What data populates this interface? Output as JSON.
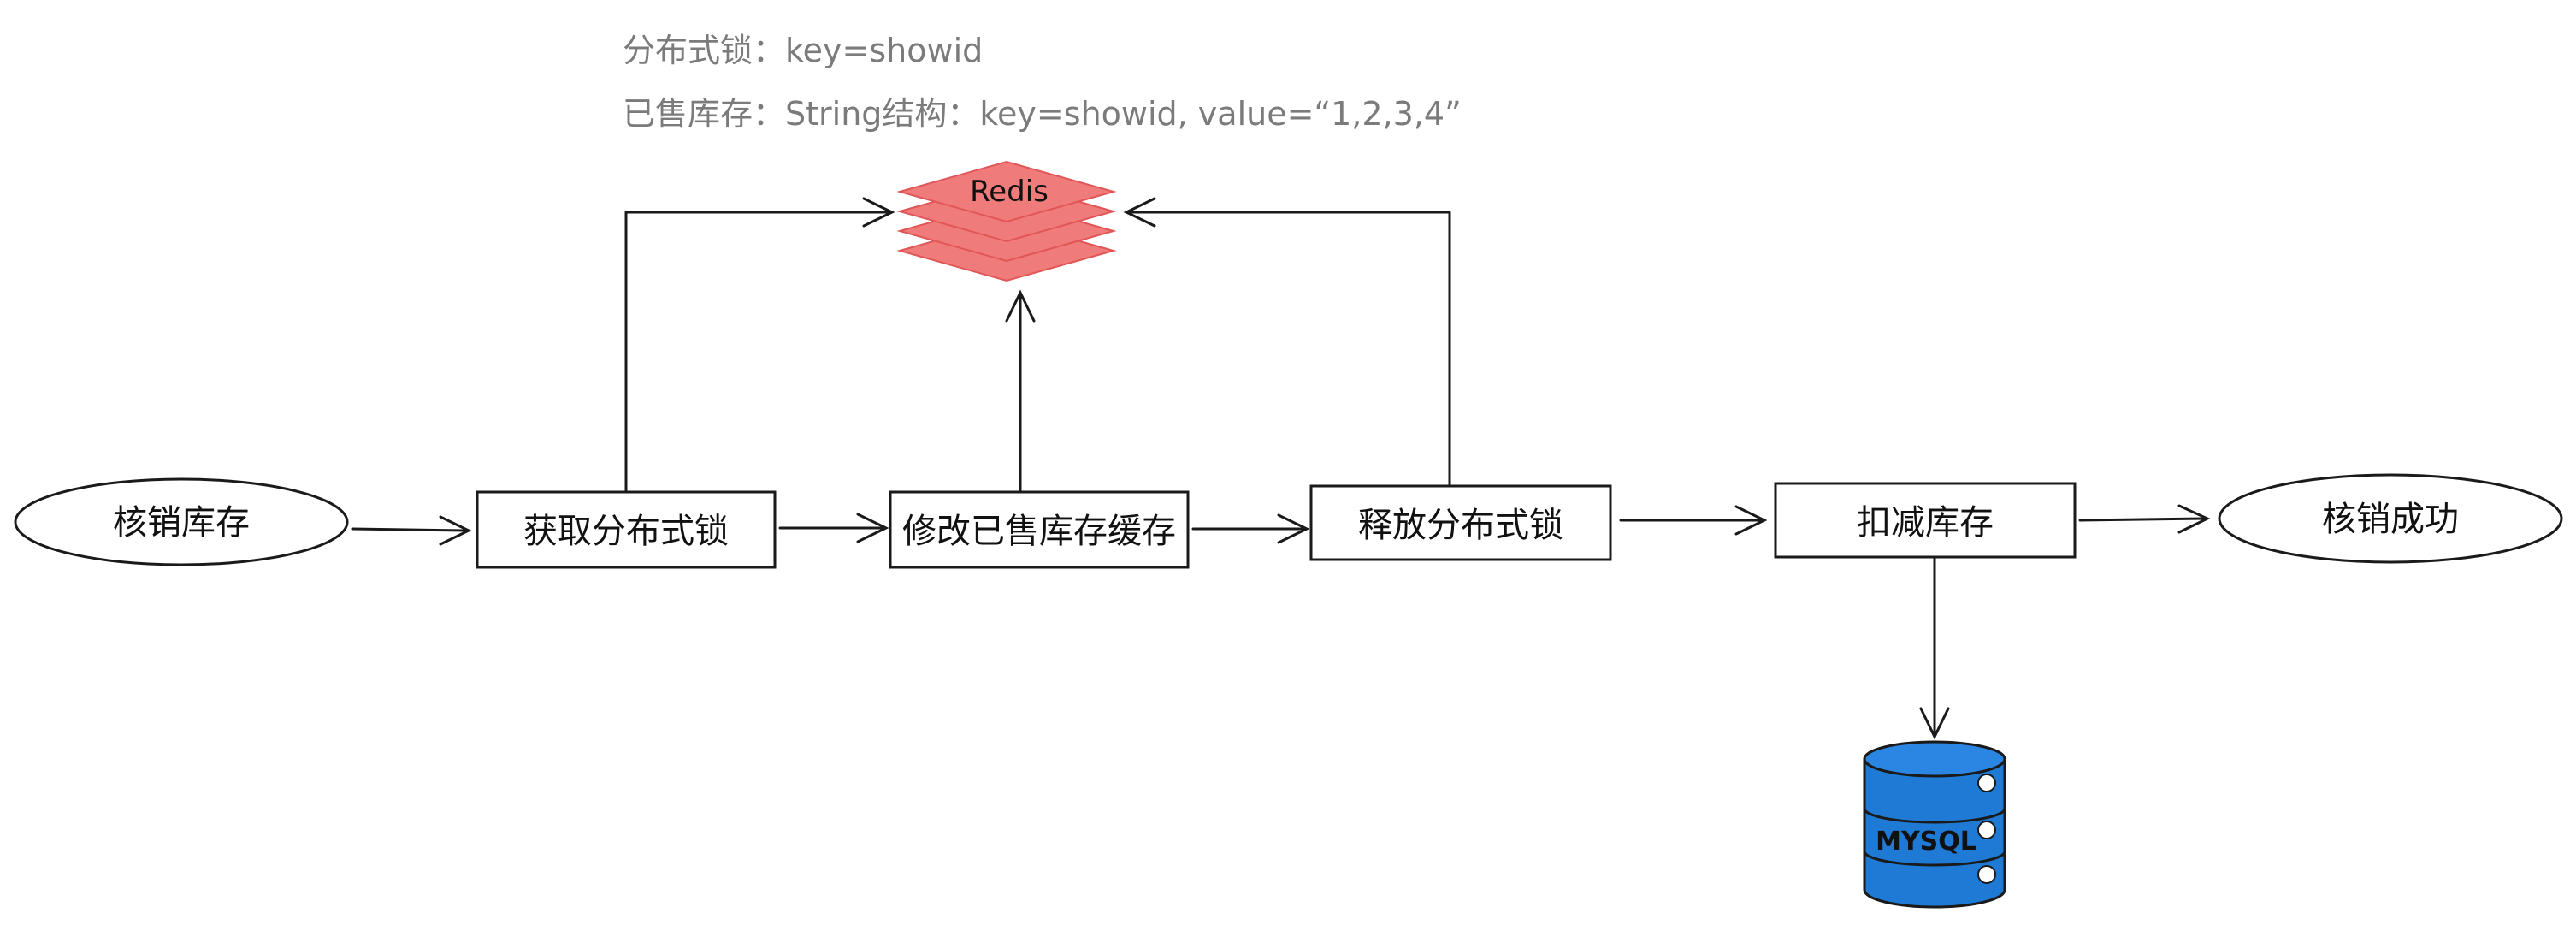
{
  "notes": {
    "lock_key": "分布式锁：key=showid",
    "sold_stock": "已售库存：String结构：key=showid, value=“1,2,3,4”"
  },
  "nodes": {
    "start": "核销库存",
    "acquire_lock": "获取分布式锁",
    "update_cache": "修改已售库存缓存",
    "release_lock": "释放分布式锁",
    "deduct_stock": "扣减库存",
    "end": "核销成功"
  },
  "stores": {
    "redis": "Redis",
    "mysql": "MYSQL"
  },
  "colors": {
    "redis_fill": "#f07b7b",
    "redis_stroke": "#e15656",
    "mysql_fill": "#1f7ad6",
    "note_text": "#7b7b7b"
  }
}
